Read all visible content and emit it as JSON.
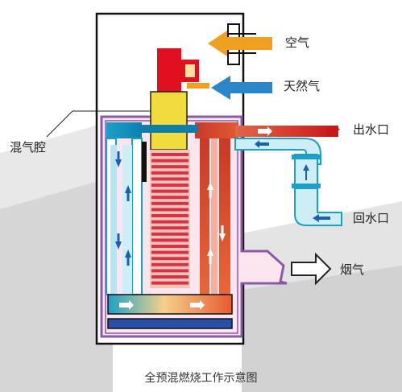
{
  "labels": {
    "air": "空气",
    "natural_gas": "天然气",
    "mixing_chamber": "混气腔",
    "water_outlet": "出水口",
    "water_return": "回水口",
    "flue_gas": "烟气"
  },
  "caption": "全预混燃烧工作示意图",
  "colors": {
    "air_arrow": "#f0a020",
    "gas_arrow": "#2a86c8",
    "burner_red": "#e01020",
    "mixing_yellow": "#f0dc3c",
    "hot_water": "#d8482a",
    "cold_water": "#1aa0c8",
    "heat_exchanger": "#d83050",
    "casing_purple": "#8a5aa8"
  },
  "icons": [
    "arrow-right-icon",
    "arrow-left-icon",
    "arrow-up-icon",
    "arrow-down-icon"
  ]
}
